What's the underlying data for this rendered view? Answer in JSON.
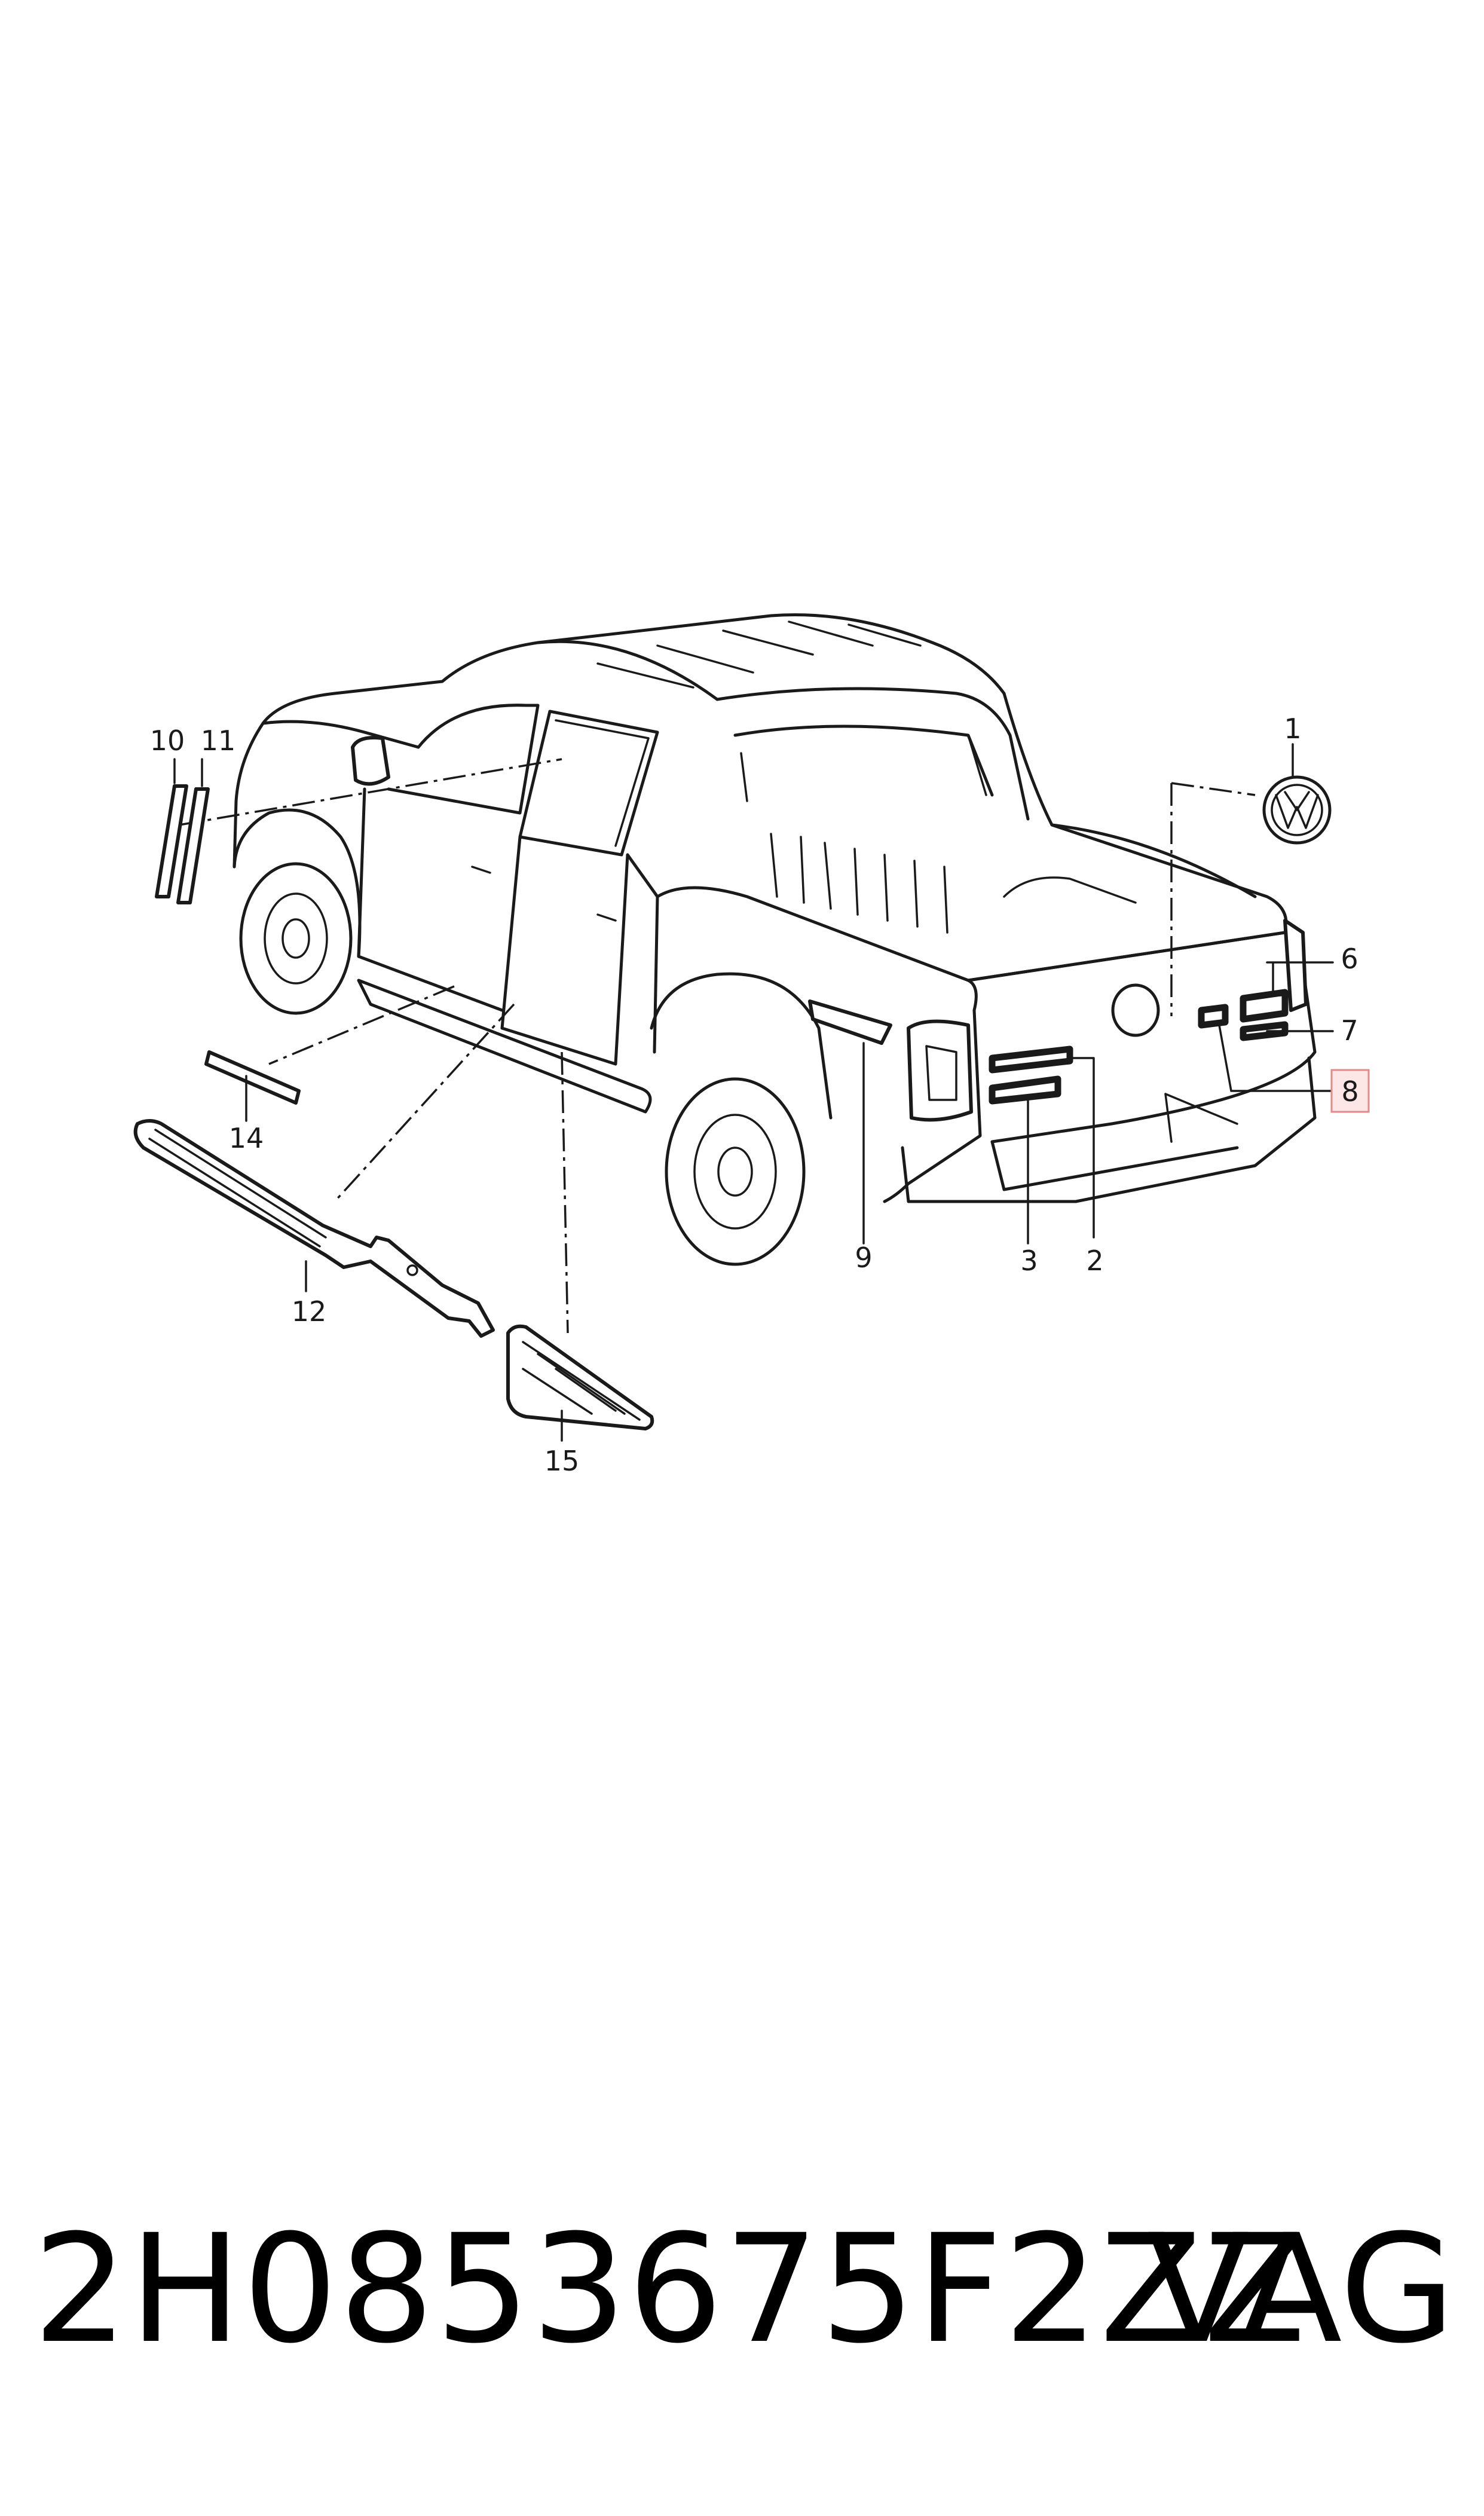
{
  "callouts": {
    "c1": "1",
    "c2": "2",
    "c3": "3",
    "c6": "6",
    "c7": "7",
    "c8": "8",
    "c9": "9",
    "c10": "10",
    "c11": "11",
    "c12": "12",
    "c14": "14",
    "c15": "15"
  },
  "highlighted_callout": "8",
  "footer": {
    "part_number": "2H0853675F2ZZ",
    "brand": "VAG"
  },
  "colors": {
    "line": "#1a1a1a",
    "highlight_fill": "#fde6e6",
    "highlight_stroke": "#e08a8a"
  }
}
